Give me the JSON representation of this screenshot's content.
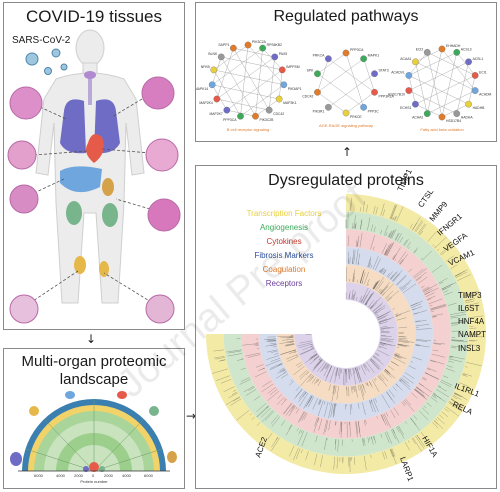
{
  "tissues": {
    "title": "COVID-19 tissues",
    "virus_label": "SARS-CoV-2"
  },
  "landscape": {
    "title_line1": "Multi-organ proteomic",
    "title_line2": "landscape",
    "axis_label": "Protein number",
    "ticks": [
      "6000",
      "4000",
      "2000",
      "0",
      "2000",
      "4000",
      "6000"
    ]
  },
  "pathways": {
    "title": "Regulated pathways",
    "networks": [
      {
        "caption": "B cell receptor signaling",
        "caption_color": "#e07b2a",
        "nodes": [
          "PIK3C2A",
          "RPS6KB2",
          "PAX5",
          "IMPPSM",
          "PIK3AP1",
          "MAP3K1",
          "CDC42",
          "PIK3C2B",
          "PPP3CA",
          "MAP2K7",
          "MAP2K4",
          "MAPK14",
          "NFKB",
          "BLNK",
          "SAPP1"
        ]
      },
      {
        "caption": "AGE-RAGE signaling pathway",
        "caption_color": "#e07b2a",
        "nodes": [
          "PPP3CA",
          "MAPK1",
          "STAT3",
          "PPP3R1A",
          "PPP3C",
          "PRKCE",
          "PIK3R1",
          "CDC42",
          "SPK",
          "PRKCA"
        ]
      },
      {
        "caption": "Fatty acid beta oxidation",
        "caption_color": "#e07b2a",
        "nodes": [
          "EHHADH",
          "ACSL3",
          "ACSL1",
          "ECI1",
          "ACADM",
          "HADHB",
          "HADHA",
          "HSD17B4",
          "ACAA2",
          "ECHS1",
          "HSD17B10",
          "ACADVL",
          "ACAA1",
          "ECI2"
        ]
      }
    ]
  },
  "dysreg": {
    "title": "Dysregulated proteins",
    "categories": [
      {
        "label": "Transcription Factors",
        "color": "#e8cf3c"
      },
      {
        "label": "Angiogenesis",
        "color": "#3caa5a"
      },
      {
        "label": "Cytokines",
        "color": "#c0392b"
      },
      {
        "label": "Fibrosis Markers",
        "color": "#2c4f9a"
      },
      {
        "label": "Coagulation",
        "color": "#e07b2a"
      },
      {
        "label": "Receptors",
        "color": "#6a3d9a"
      }
    ],
    "proteins": [
      "TIMP1",
      "CTSL",
      "MMP9",
      "IFNGR1",
      "VEGFA",
      "VCAM1",
      "TIMP3",
      "IL6ST",
      "HNF4A",
      "NAMPT",
      "INSL3",
      "IL1RL1",
      "RELA",
      "HIF1A",
      "LARP1",
      "ACE2"
    ]
  },
  "watermark": "Journal Pre-proof",
  "colors": {
    "lung": "#6f6cc6",
    "heart": "#e65a4a",
    "liver": "#6fa6dd",
    "kidney": "#78b48c",
    "body": "#ececec",
    "tissue_pink": "#dc8fc8"
  }
}
